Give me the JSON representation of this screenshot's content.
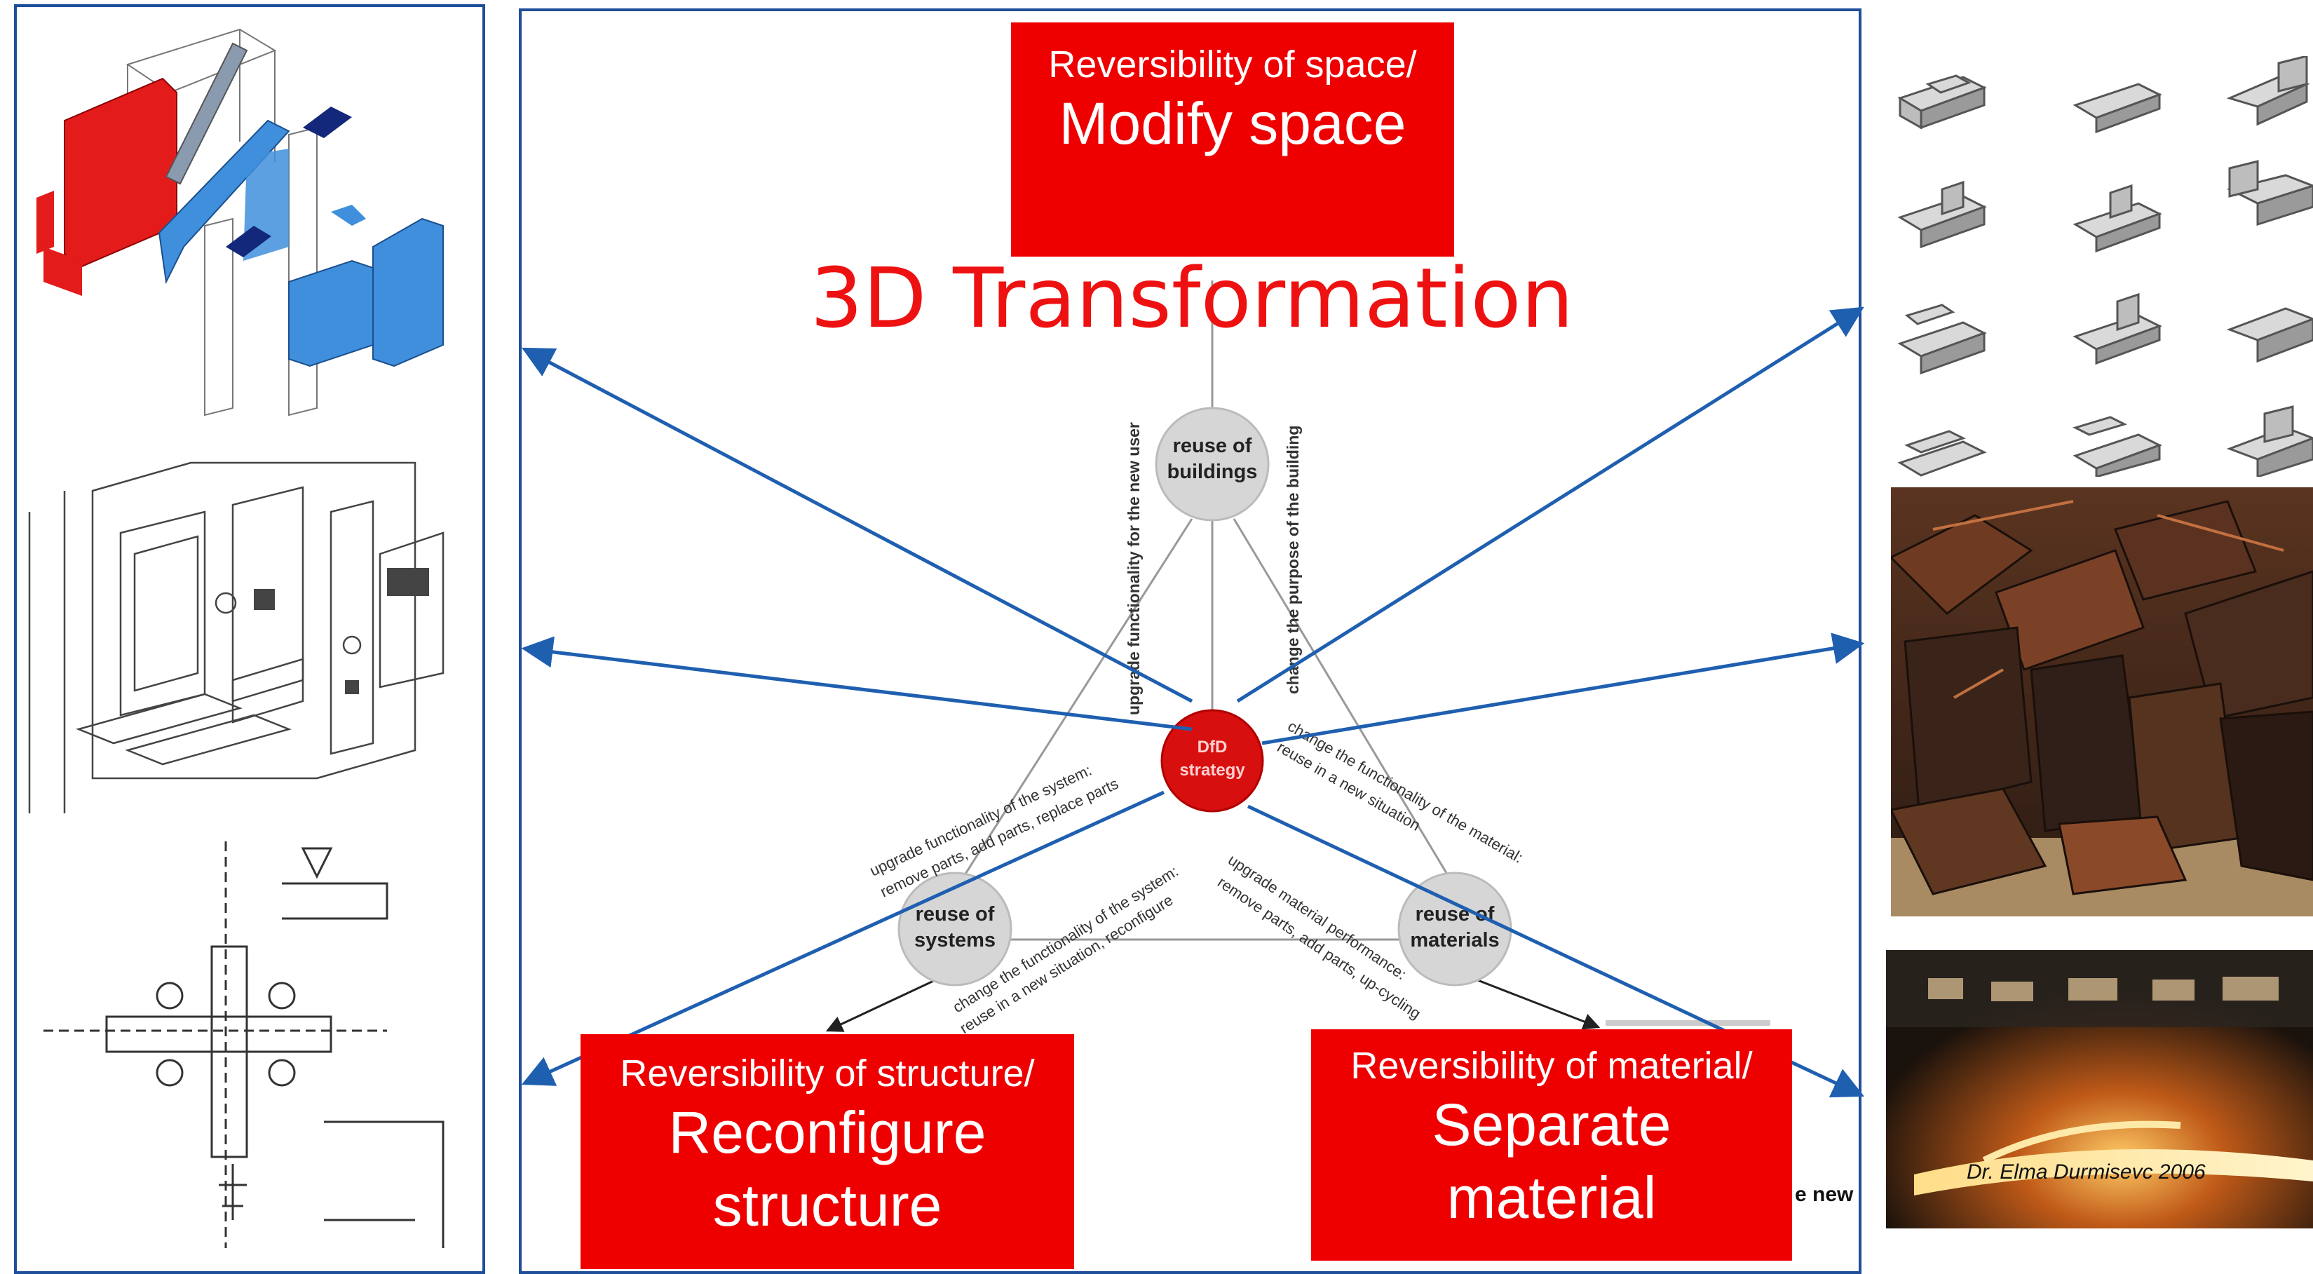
{
  "title": "3D Transformation",
  "boxes": {
    "space": {
      "sub": "Reversibility of space/",
      "main": "Modify space"
    },
    "structure": {
      "sub": "Reversibility of structure/",
      "main_line1": "Reconfigure",
      "main_line2": "structure"
    },
    "material": {
      "sub": "Reversibility of material/",
      "main_line1": "Separate",
      "main_line2": "material"
    }
  },
  "diagram": {
    "center_node": [
      "DfD",
      "strategy"
    ],
    "nodes": {
      "buildings": [
        "reuse of",
        "buildings"
      ],
      "systems": [
        "reuse of",
        "systems"
      ],
      "materials": [
        "reuse of",
        "materials"
      ]
    },
    "edge_labels": {
      "upgrade_user": "upgrade functionality for the new user",
      "change_purpose": "change the purpose of the building",
      "upgrade_system_1": "upgrade functionality of the system:",
      "upgrade_system_2": "remove parts, add parts, replace parts",
      "change_material_1": "change the functionality of the material:",
      "change_material_2": "reuse in a new situation",
      "change_system_1": "change the functionality of the system:",
      "change_system_2": "reuse in a new situation, reconfigure",
      "upgrade_material_1": "upgrade material performance:",
      "upgrade_material_2": "remove parts, add parts, up-cycling",
      "truncated": "e new"
    }
  },
  "credit": "Dr. Elma Durmisevc 2006",
  "colors": {
    "accent_red": "#ee0000",
    "arrow_blue": "#1f5fb0",
    "frame_blue": "#1f4e9a",
    "node_gray": "#d6d6d6"
  }
}
